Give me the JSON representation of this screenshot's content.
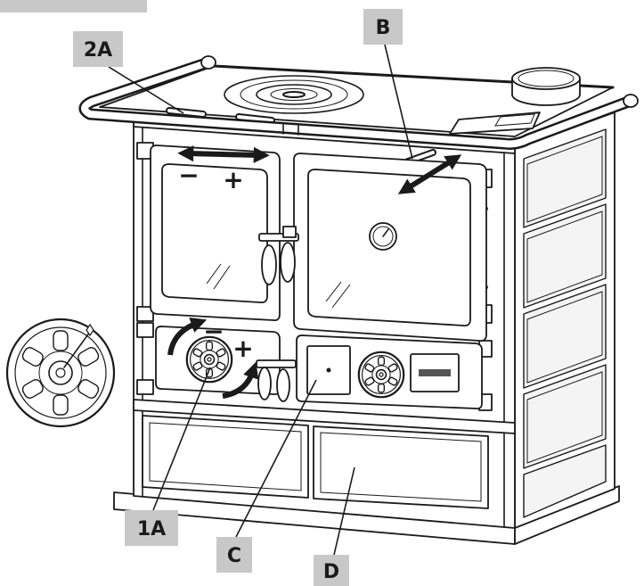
{
  "figure": {
    "callouts": {
      "label_2a": "2A",
      "label_b": "B",
      "label_1a": "1A",
      "label_c": "C",
      "label_d": "D"
    },
    "upper_door_signs": {
      "minus": "−",
      "plus": "+"
    },
    "lower_door_signs": {
      "minus": "−",
      "plus": "+"
    }
  },
  "colors": {
    "callout_background": "#c8c8c8",
    "line": "#1a1a1a",
    "background": "#ffffff"
  },
  "icons": [
    "double-arrow-icon",
    "curved-arrow-icon",
    "air-vent-wheel-icon",
    "thermometer-icon",
    "door-handle-icon"
  ]
}
